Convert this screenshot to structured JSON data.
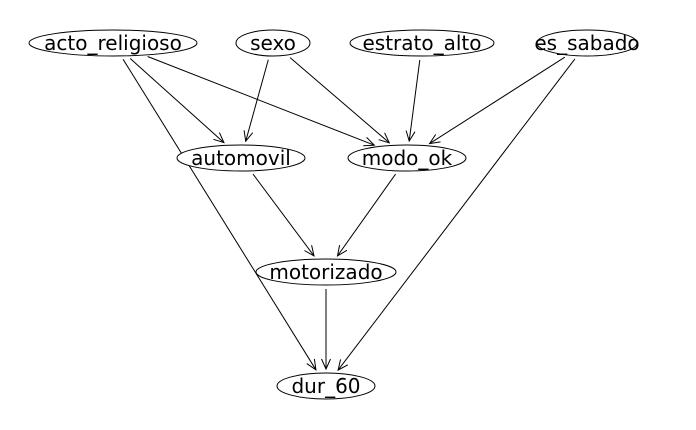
{
  "diagram": {
    "type": "directed-acyclic-graph",
    "background": "#ffffff",
    "line_color": "#000000",
    "nodes": [
      {
        "id": "acto_religioso",
        "label": "acto_religioso"
      },
      {
        "id": "sexo",
        "label": "sexo"
      },
      {
        "id": "estrato_alto",
        "label": "estrato_alto"
      },
      {
        "id": "es_sabado",
        "label": "es_sabado"
      },
      {
        "id": "automovil",
        "label": "automovil"
      },
      {
        "id": "modo_ok",
        "label": "modo_ok"
      },
      {
        "id": "motorizado",
        "label": "motorizado"
      },
      {
        "id": "dur_60",
        "label": "dur_60"
      }
    ],
    "edges": [
      {
        "from": "acto_religioso",
        "to": "automovil"
      },
      {
        "from": "acto_religioso",
        "to": "modo_ok"
      },
      {
        "from": "acto_religioso",
        "to": "dur_60"
      },
      {
        "from": "sexo",
        "to": "automovil"
      },
      {
        "from": "sexo",
        "to": "modo_ok"
      },
      {
        "from": "estrato_alto",
        "to": "modo_ok"
      },
      {
        "from": "es_sabado",
        "to": "modo_ok"
      },
      {
        "from": "es_sabado",
        "to": "dur_60"
      },
      {
        "from": "automovil",
        "to": "motorizado"
      },
      {
        "from": "modo_ok",
        "to": "motorizado"
      },
      {
        "from": "motorizado",
        "to": "dur_60"
      }
    ]
  }
}
